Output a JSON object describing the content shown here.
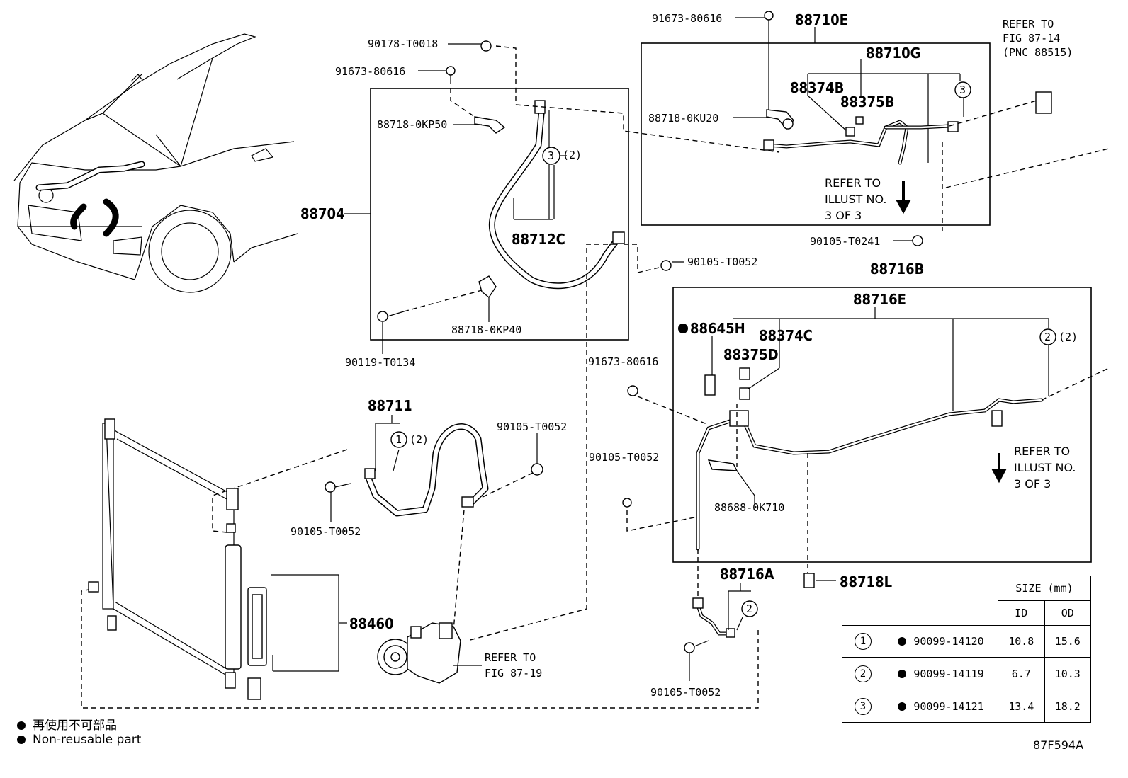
{
  "labels": {
    "p91673_80616_top": "91673-80616",
    "p88710E": "88710E",
    "p90178_T0018": "90178-T0018",
    "p91673_80616_b": "91673-80616",
    "p88710G": "88710G",
    "p88374B": "88374B",
    "p88375B": "88375B",
    "p88718_0KU20": "88718-0KU20",
    "p88718_0KP50": "88718-0KP50",
    "p88704": "88704",
    "p88712C": "88712C",
    "p88718_0KP40": "88718-0KP40",
    "p90119_T0134": "90119-T0134",
    "p90105_T0241": "90105-T0241",
    "p90105_T0052_a": "90105-T0052",
    "p88716B": "88716B",
    "p88716E": "88716E",
    "p88645H": "88645H",
    "p88374C": "88374C",
    "p88375D": "88375D",
    "p91673_80616_c": "91673-80616",
    "p88711": "88711",
    "p90105_T0052_b": "90105-T0052",
    "p90105_T0052_c": "90105-T0052",
    "p90105_T0052_d": "90105-T0052",
    "p88688_0K710": "88688-0K710",
    "p88716A": "88716A",
    "p88718L": "88718L",
    "p88460": "88460",
    "p90105_T0052_e": "90105-T0052",
    "qty2_a": "(2)",
    "qty2_b": "(2)",
    "qty2_c": "(2)",
    "c1": "1",
    "c2": "2",
    "c3": "3",
    "c3b": "3",
    "c2b": "2"
  },
  "refs": {
    "fig_87_14": [
      "REFER TO",
      "FIG 87-14",
      "(PNC 88515)"
    ],
    "illust_top": [
      "REFER TO",
      "ILLUST NO.",
      "3 OF 3"
    ],
    "illust_right": [
      "REFER TO",
      "ILLUST NO.",
      "3 OF 3"
    ],
    "fig_87_19": [
      "REFER TO",
      "FIG 87-19"
    ]
  },
  "size_table": {
    "header": "SIZE (mm)",
    "col_id": "ID",
    "col_od": "OD",
    "rows": [
      {
        "key": "1",
        "part": "90099-14120",
        "id": "10.8",
        "od": "15.6"
      },
      {
        "key": "2",
        "part": "90099-14119",
        "id": "6.7",
        "od": "10.3"
      },
      {
        "key": "3",
        "part": "90099-14121",
        "id": "13.4",
        "od": "18.2"
      }
    ]
  },
  "legend": {
    "jp": "再使用不可部品",
    "en": "Non-reusable part"
  },
  "figure_code": "87F594A"
}
